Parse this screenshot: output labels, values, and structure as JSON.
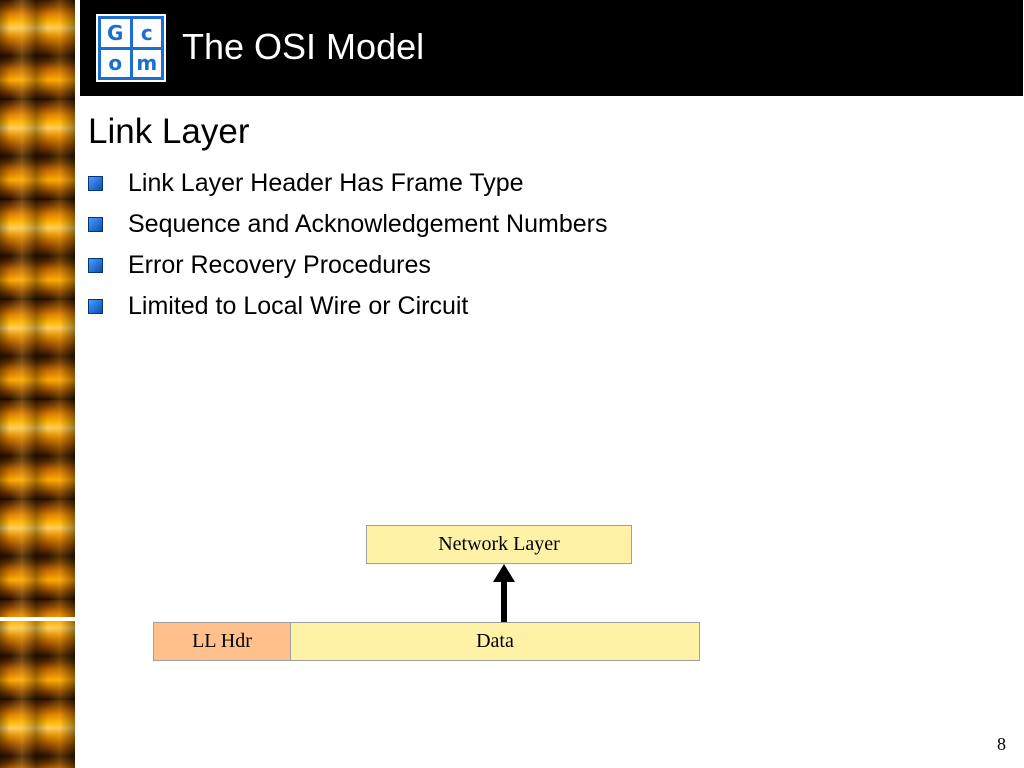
{
  "slide": {
    "title": "The OSI Model",
    "logo": {
      "letters": [
        "G",
        "c",
        "o",
        "m"
      ]
    },
    "heading": "Link Layer",
    "bullets": [
      "Link Layer Header Has Frame Type",
      "Sequence and Acknowledgement Numbers",
      "Error Recovery Procedures",
      "Limited to Local Wire or Circuit"
    ],
    "diagram": {
      "network_layer_label": "Network Layer",
      "ll_hdr_label": "LL Hdr",
      "data_label": "Data"
    },
    "page_number": "8"
  },
  "colors": {
    "title_bar": "#000000",
    "logo_blue": "#1a6fd0",
    "bullet_blue": "#1a6fd0",
    "box_yellow": "#fff2a6",
    "box_orange": "#ffc08c"
  }
}
